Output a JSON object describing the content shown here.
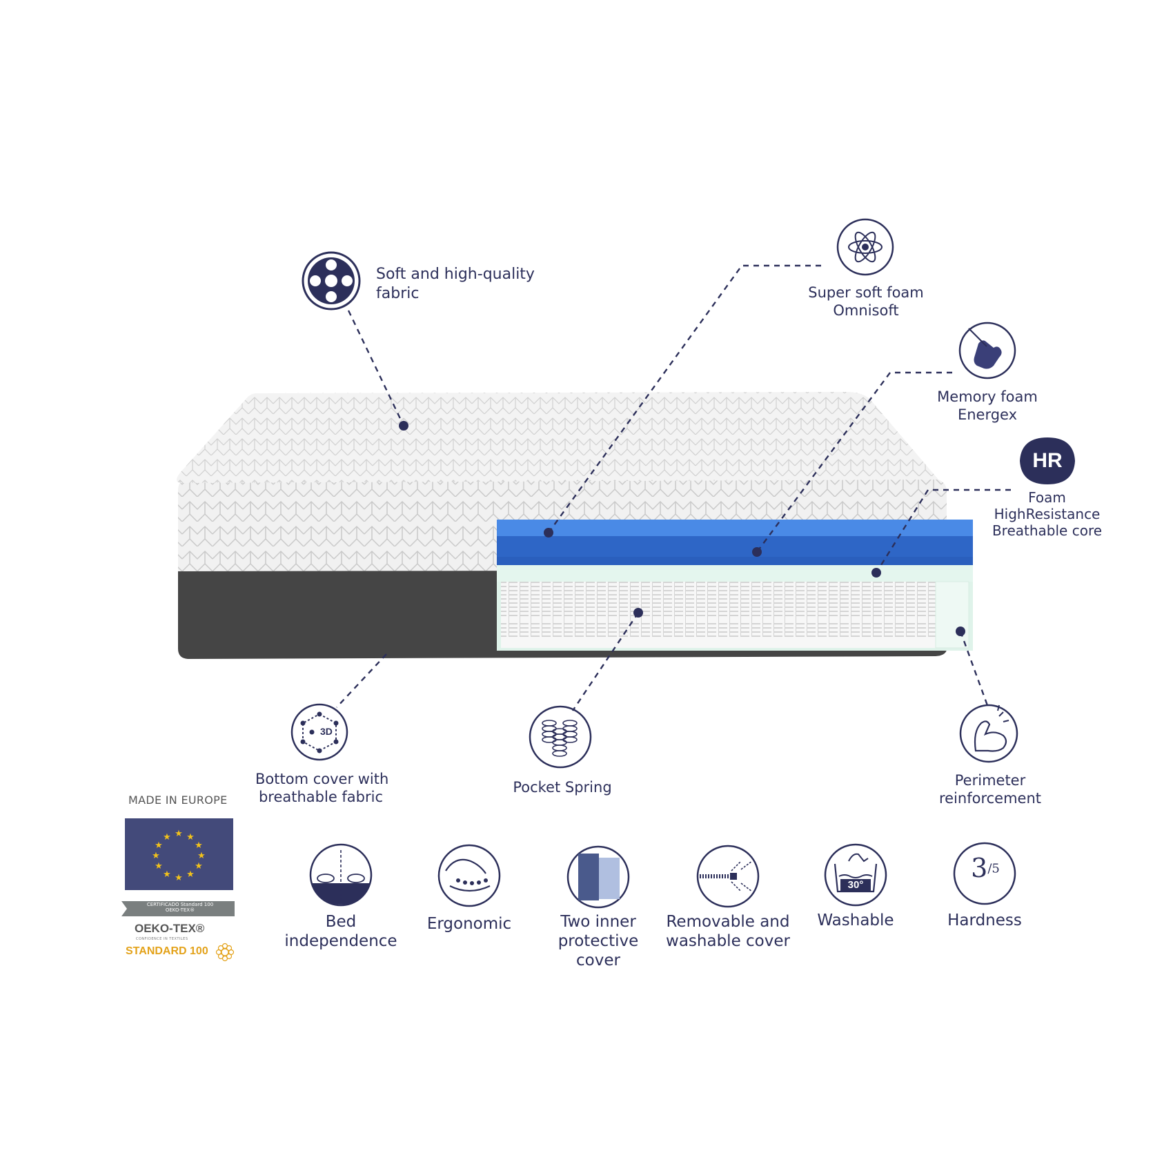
{
  "features": {
    "fabric": {
      "line1": "Soft and high-quality",
      "line2": "fabric"
    },
    "omnisoft": {
      "line1": "Super soft foam",
      "line2": "Omnisoft"
    },
    "energex": {
      "line1": "Memory foam",
      "line2": "Energex"
    },
    "hr": {
      "badge": "HR",
      "line1": "Foam",
      "line2": "HighResistance",
      "line3": "Breathable core"
    },
    "bottom_cover": {
      "line1": "Bottom cover with",
      "line2": "breathable fabric",
      "badge": "3D"
    },
    "pocket_spring": {
      "line1": "Pocket Spring"
    },
    "perimeter": {
      "line1": "Perimeter",
      "line2": "reinforcement"
    }
  },
  "bottom_icons": {
    "bed_independence": {
      "line1": "Bed",
      "line2": "independence"
    },
    "ergonomic": {
      "line1": "Ergonomic"
    },
    "protective_cover": {
      "line1": "Two inner",
      "line2": "protective",
      "line3": "cover"
    },
    "removable_cover": {
      "line1": "Removable and",
      "line2": "washable cover"
    },
    "washable": {
      "line1": "Washable",
      "badge": "30°"
    },
    "hardness": {
      "line1": "Hardness",
      "big": "3",
      "small": "/5"
    }
  },
  "certification": {
    "made_in": "MADE IN EUROPE",
    "cert_line1": "CERTIFICADO Standard 100",
    "cert_line2": "OEKO-TEX®",
    "oeko_title": "OEKO-TEX®",
    "oeko_sub": "CONFIDENCE IN TEXTILES",
    "oeko_std": "STANDARD 100"
  },
  "colors": {
    "navy": "#2c2f5a",
    "foam_blue_light": "#3f7fd8",
    "foam_blue_dark": "#2a63c4",
    "core_mint": "#dff3ea",
    "base_grey": "#454545",
    "eu_blue": "#434a7a",
    "eu_star": "#f2c21b"
  }
}
